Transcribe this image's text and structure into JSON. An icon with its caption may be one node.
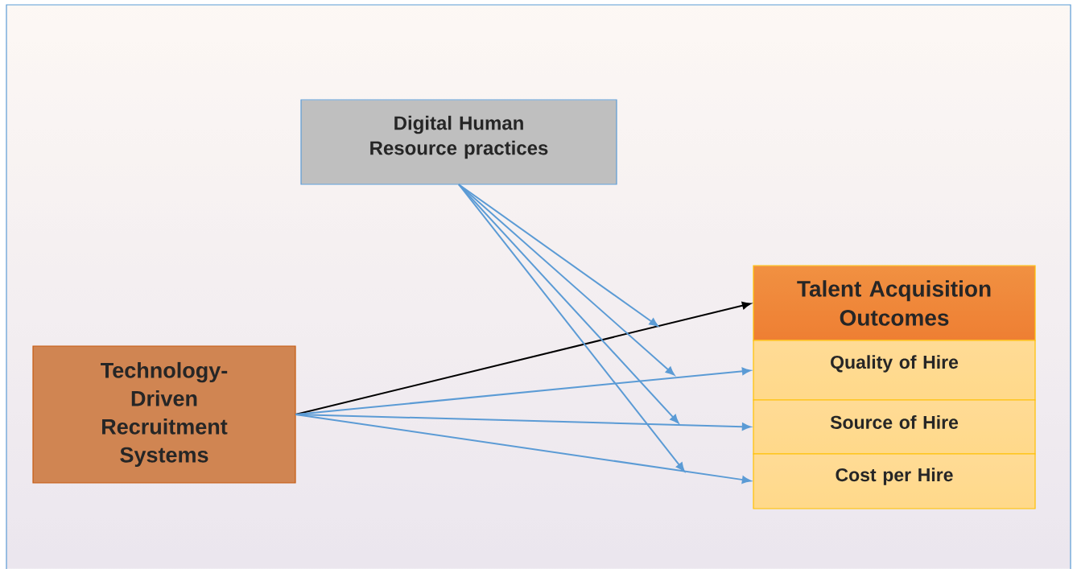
{
  "diagram": {
    "nodes": [
      {
        "text": [
          "Digital Human Resource practices"
        ]
      },
      {
        "text": [
          "Technology-Driven Recruitment Systems"
        ]
      },
      {
        "text": [
          "Talent Acquisition Outcomes"
        ]
      },
      {
        "text": [
          "Quality of Hire"
        ]
      },
      {
        "text": [
          "Source of Hire"
        ]
      },
      {
        "text": [
          "Cost per Hire"
        ]
      }
    ],
    "edges": [
      {
        "from": 1,
        "to": 2,
        "arrow": "to",
        "color": "#000000"
      },
      {
        "from": 1,
        "to": 3,
        "arrow": "to"
      },
      {
        "from": 1,
        "to": 4,
        "arrow": "to"
      },
      {
        "from": 1,
        "to": 5,
        "arrow": "to"
      },
      {
        "from": 0,
        "to": null,
        "arrow": "to"
      },
      {
        "from": 0,
        "to": null,
        "arrow": "to"
      },
      {
        "from": 0,
        "to": null,
        "arrow": "to"
      },
      {
        "from": 0,
        "to": null,
        "arrow": "to"
      }
    ]
  }
}
